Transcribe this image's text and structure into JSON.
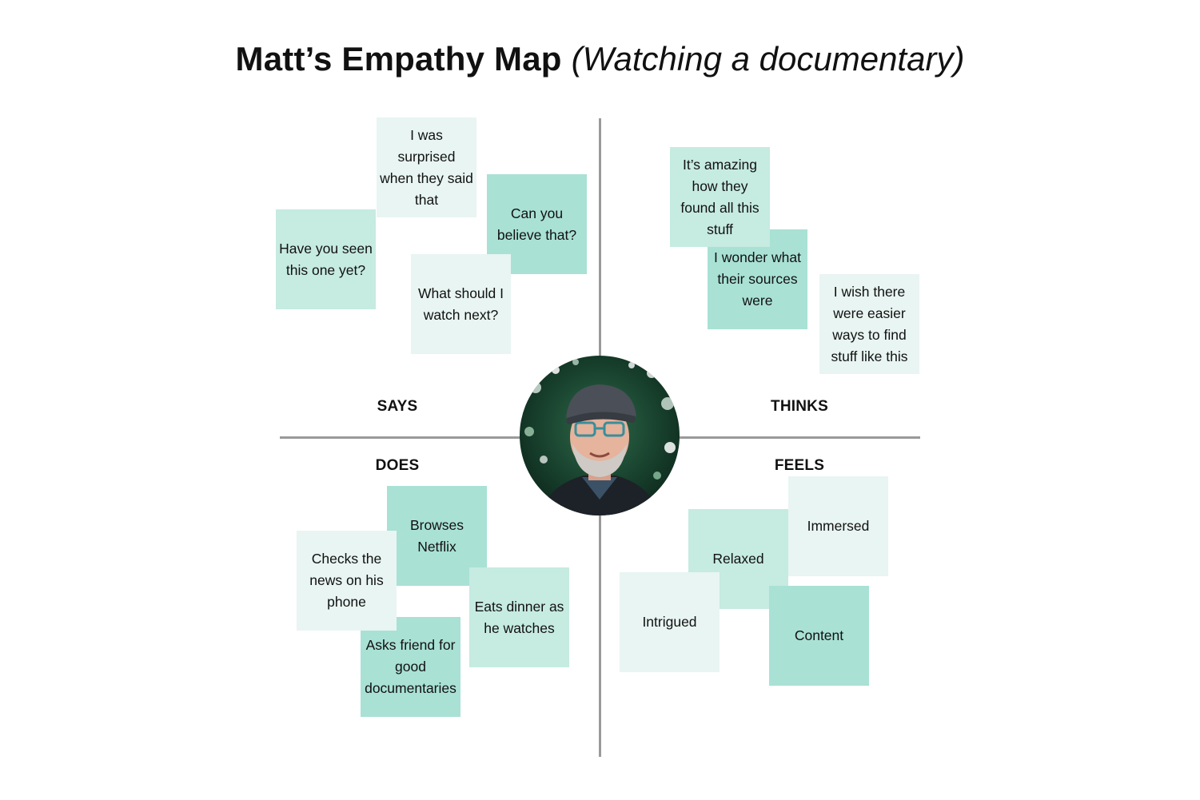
{
  "title": {
    "main": "Matt’s Empathy Map",
    "sub": "(Watching a documentary)"
  },
  "quadrants": {
    "says": "SAYS",
    "thinks": "THINKS",
    "does": "DOES",
    "feels": "FEELS"
  },
  "notes": {
    "says": [
      "I was surprised when they said that",
      "Can you believe that?",
      "Have you seen this one yet?",
      "What should I watch next?"
    ],
    "thinks": [
      "It’s amazing how they found all this stuff",
      "I wonder what their sources were",
      "I wish there were easier ways to find stuff like this"
    ],
    "does": [
      "Browses Netflix",
      "Checks the news on his phone",
      "Eats dinner as he watches",
      "Asks friend for good documentaries"
    ],
    "feels": [
      "Immersed",
      "Relaxed",
      "Intrigued",
      "Content"
    ]
  },
  "colors": {
    "note_light": "#e8f5f2",
    "note_mid": "#c6ebe1",
    "note_dark": "#a9e1d5",
    "axis": "#9a9a9a"
  },
  "avatar": {
    "icon": "person-photo-icon"
  }
}
